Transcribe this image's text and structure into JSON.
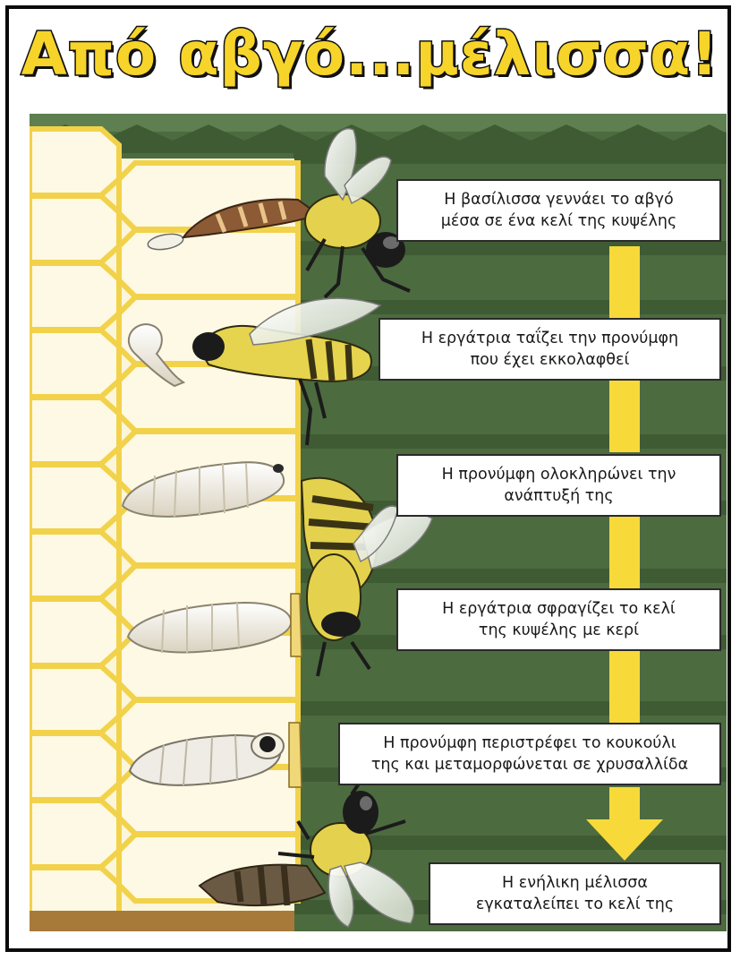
{
  "title": "Από αβγό...μέλισσα!",
  "colors": {
    "background_green": "#4c6b3f",
    "stripe_green": "#3f5b34",
    "arrow_yellow": "#f7d93a",
    "honeycomb_yellow": "#f2d24a",
    "cell_fill": "#fdf9e4",
    "wax_base": "#a87a3a"
  },
  "steps": [
    {
      "text": "Η βασίλισσα γεννάει το αβγό\nμέσα σε ένα  κελί της κυψέλης"
    },
    {
      "text": "Η εργάτρια ταΐζει την προνύμφη\nπου έχει εκκολαφθεί"
    },
    {
      "text": "Η προνύμφη ολοκληρώνει την\nανάπτυξή της"
    },
    {
      "text": "Η εργάτρια σφραγίζει το κελί\nτης κυψέλης με κερί"
    },
    {
      "text": "Η προνύμφη περιστρέφει το κουκούλι\nτης και μεταμορφώνεται σε χρυσαλλίδα"
    },
    {
      "text": "Η ενήλικη μέλισσα\nεγκαταλείπει το κελί της"
    }
  ],
  "illustrations": [
    {
      "name": "queen-bee-laying-egg-illustration"
    },
    {
      "name": "worker-bee-feeding-larva-illustration"
    },
    {
      "name": "grown-larva-illustration"
    },
    {
      "name": "worker-bee-sealing-cell-illustration"
    },
    {
      "name": "pupa-in-cocoon-illustration"
    },
    {
      "name": "adult-bee-emerging-illustration"
    }
  ]
}
